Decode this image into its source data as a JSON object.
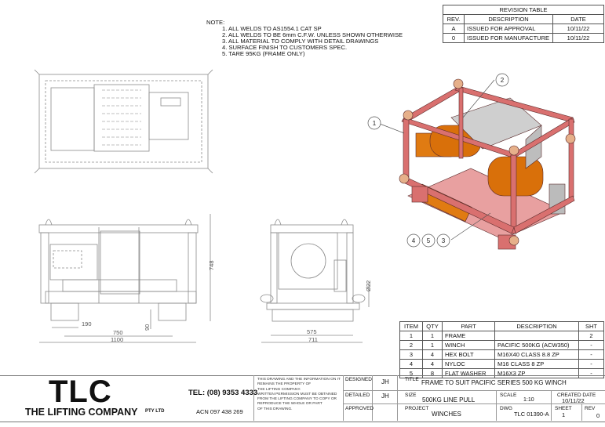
{
  "notes": {
    "heading": "NOTE:",
    "items": [
      "1. ALL WELDS TO AS1554.1 CAT SP",
      "2. ALL WELDS TO BE 6mm C.F.W. UNLESS SHOWN OTHERWISE",
      "3. ALL MATERIAL TO COMPLY WITH DETAIL DRAWINGS",
      "4. SURFACE FINISH TO CUSTOMERS SPEC.",
      "5. TARE 95KG (FRAME ONLY)"
    ]
  },
  "revision_table": {
    "title": "REVISION TABLE",
    "headers": [
      "REV.",
      "DESCRIPTION",
      "DATE"
    ],
    "rows": [
      [
        "A",
        "ISSUED FOR APPROVAL",
        "10/11/22"
      ],
      [
        "0",
        "ISSUED FOR MANUFACTURE",
        "10/11/22"
      ]
    ]
  },
  "bom": {
    "headers": [
      "ITEM",
      "QTY",
      "PART",
      "DESCRIPTION",
      "SHT"
    ],
    "rows": [
      [
        "1",
        "1",
        "FRAME",
        "",
        "2"
      ],
      [
        "2",
        "1",
        "WINCH",
        "PACIFIC 500KG (ACW350)",
        "-"
      ],
      [
        "3",
        "4",
        "HEX BOLT",
        "M16X40 CLASS 8.8 ZP",
        "-"
      ],
      [
        "4",
        "4",
        "NYLOC",
        "M16 CLASS 8 ZP",
        "-"
      ],
      [
        "5",
        "8",
        "FLAT WASHER",
        "M16X3 ZP",
        "-"
      ]
    ]
  },
  "dimensions": {
    "d748": "748",
    "d190": "190",
    "d90": "90",
    "d750": "750",
    "d1100": "1100",
    "d575": "575",
    "d711": "711",
    "d22": "Ø22"
  },
  "balloons": [
    "1",
    "2",
    "4",
    "5",
    "3"
  ],
  "title_block": {
    "logo": "TLC",
    "company": "THE LIFTING COMPANY",
    "pty": "PTY LTD",
    "tel": "TEL: (08) 9353 4333",
    "acn": "ACN 097 438 269",
    "disclaimer": [
      "THIS DRAWING AND THE INFORMATION ON IT",
      "REMAINS THE PROPERTY OF",
      "THE LIFTING COMPANY.",
      "WRITTEN PERMISSION MUST BE OBTAINED",
      "FROM THE LIFTING COMPANY TO COPY OR",
      "REPRODUCE THE WHOLE OR PART",
      "OF THIS DRAWING."
    ],
    "designed_label": "DESIGNED",
    "designed": "JH",
    "detailed_label": "DETAILED",
    "detailed": "JH",
    "approved_label": "APPROVED",
    "title_label": "TITLE",
    "title": "FRAME TO SUIT PACIFIC SERIES 500 KG WINCH",
    "size_label": "SIZE",
    "size": "500KG LINE PULL",
    "scale_label": "SCALE",
    "scale": "1:10",
    "created_label": "CREATED DATE",
    "created": "10/11/22",
    "project_label": "PROJECT",
    "project": "WINCHES",
    "dwg_label": "DWG",
    "dwg": "TLC 01390-A",
    "sheet_label": "SHEET",
    "sheet": "1",
    "rev_label": "REV",
    "rev": "0"
  },
  "colors": {
    "frame": "#d9706f",
    "winch": "#e07b12",
    "guard": "#c8c8c8",
    "line": "#8a8a8a"
  }
}
